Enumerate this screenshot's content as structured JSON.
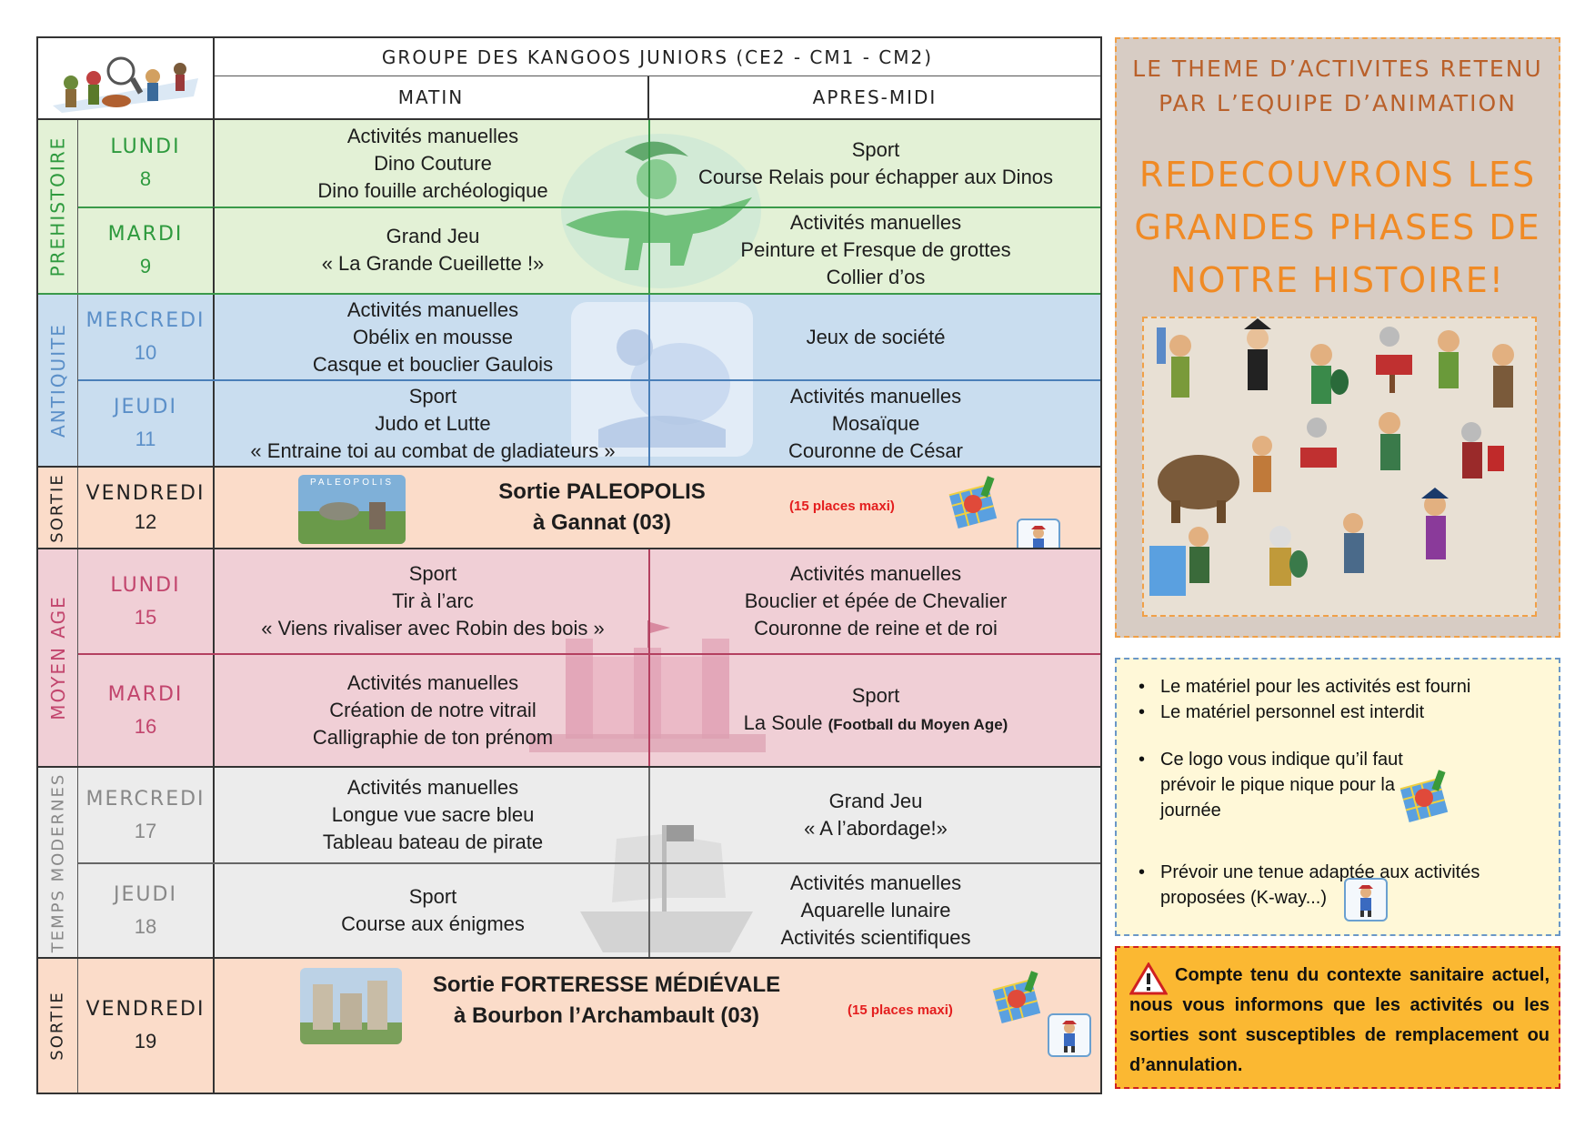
{
  "header": {
    "group_title": "GROUPE DES KANGOOS JUNIORS (CE2 - CM1 - CM2)",
    "col_morning": "MATIN",
    "col_afternoon": "APRES-MIDI"
  },
  "themes": {
    "prehistoire": "PREHISTOIRE",
    "antiquite": "ANTIQUITE",
    "sortie1": "SORTIE",
    "moyen_age": "MOYEN AGE",
    "temps_modernes": "TEMPS MODERNES",
    "sortie2": "SORTIE"
  },
  "days": [
    {
      "name": "LUNDI",
      "num": "8",
      "morning": [
        "Activités manuelles",
        "Dino Couture",
        "Dino fouille archéologique"
      ],
      "afternoon": [
        "Sport",
        "Course Relais pour échapper aux Dinos"
      ]
    },
    {
      "name": "MARDI",
      "num": "9",
      "morning": [
        "Grand Jeu",
        "« La Grande Cueillette !»"
      ],
      "afternoon": [
        "Activités manuelles",
        "Peinture et Fresque de grottes",
        "Collier d’os"
      ]
    },
    {
      "name": "MERCREDI",
      "num": "10",
      "morning": [
        "Activités manuelles",
        "Obélix en mousse",
        "Casque et bouclier Gaulois"
      ],
      "afternoon": [
        "Jeux de société"
      ]
    },
    {
      "name": "JEUDI",
      "num": "11",
      "morning": [
        "Sport",
        "Judo et Lutte",
        "« Entraine toi au combat de gladiateurs »"
      ],
      "afternoon": [
        "Activités manuelles",
        "Mosaïque",
        "Couronne de César"
      ]
    },
    {
      "name": "VENDREDI",
      "num": "12",
      "outing": [
        "Sortie PALEOPOLIS",
        "à Gannat (03)"
      ],
      "note": "(15 places maxi)",
      "logo_text": "PALEOPOLIS"
    },
    {
      "name": "LUNDI",
      "num": "15",
      "morning": [
        "Sport",
        "Tir à l’arc",
        "«  Viens rivaliser avec Robin des bois »"
      ],
      "afternoon": [
        "Activités manuelles",
        "Bouclier et épée de Chevalier",
        "Couronne de reine et de roi"
      ]
    },
    {
      "name": "MARDI",
      "num": "16",
      "morning": [
        "Activités manuelles",
        "Création de notre vitrail",
        "Calligraphie de ton prénom"
      ],
      "afternoon_title": "Sport",
      "afternoon_main": "La Soule ",
      "afternoon_small": "(Football du Moyen Age)"
    },
    {
      "name": "MERCREDI",
      "num": "17",
      "morning": [
        "Activités manuelles",
        "Longue vue sacre bleu",
        "Tableau bateau de pirate"
      ],
      "afternoon": [
        "Grand Jeu",
        "« A l’abordage!»"
      ]
    },
    {
      "name": "JEUDI",
      "num": "18",
      "morning": [
        "Sport",
        "Course aux énigmes"
      ],
      "afternoon": [
        "Activités manuelles",
        "Aquarelle lunaire",
        "Activités scientifiques"
      ]
    },
    {
      "name": "VENDREDI",
      "num": "19",
      "outing": [
        "Sortie FORTERESSE MÉDIÉVALE",
        "à Bourbon l’Archambault (03)"
      ],
      "note": "(15 places maxi)"
    }
  ],
  "theme_panel": {
    "intro_line1": "LE THEME D’ACTIVITES RETENU",
    "intro_line2": "PAR L’EQUIPE D’ANIMATION",
    "title_line1": "REDECOUVRONS LES",
    "title_line2": "GRANDES PHASES DE",
    "title_line3": "NOTRE HISTOIRE!"
  },
  "info": [
    "Le matériel pour les activités est fourni",
    "Le matériel personnel est interdit",
    "Ce logo vous indique qu’il faut prévoir le pique nique pour la journée",
    "Prévoir une tenue adaptée aux activités proposées (K-way...)"
  ],
  "warning": "Compte tenu du contexte sanitaire actuel, nous vous informons que les activités ou les sorties sont susceptibles de remplacement ou d’annulation.",
  "colors": {
    "prehistoire_bg": "#e3f1d6",
    "prehistoire_text": "#2e9a3e",
    "antiquite_bg": "#c9ddef",
    "antiquite_text": "#5b8fc8",
    "sortie_bg": "#fbdcc9",
    "moyen_age_bg": "#f0cfd6",
    "moyen_age_text": "#c2456d",
    "modernes_bg": "#ececec",
    "modernes_text": "#888888",
    "theme_orange": "#f08a24"
  }
}
